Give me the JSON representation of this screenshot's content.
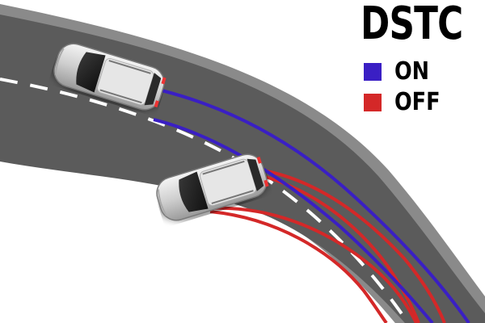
{
  "legend": {
    "title": "DSTC",
    "items": [
      {
        "label": "ON",
        "color": "#3a1fc4"
      },
      {
        "label": "OFF",
        "color": "#d42828"
      }
    ]
  },
  "colors": {
    "road": "#5b5b5b",
    "road_edge": "#8a8a8a",
    "lane_marking": "#ffffff",
    "car_body": "#d6d6d6"
  },
  "icons": [
    "car-icon",
    "car-icon"
  ]
}
